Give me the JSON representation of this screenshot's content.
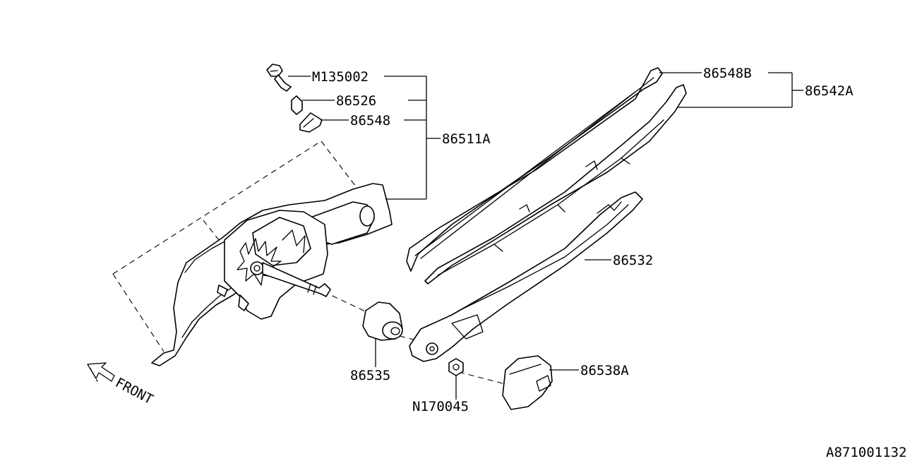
{
  "labels": {
    "m135002": "M135002",
    "p86526": "86526",
    "p86548": "86548",
    "p86511a": "86511A",
    "p86548b": "86548B",
    "p86542a": "86542A",
    "p86532": "86532",
    "p86535": "86535",
    "p86538a": "86538A",
    "n170045": "N170045",
    "front": "FRONT",
    "diagram_code": "A871001132"
  }
}
